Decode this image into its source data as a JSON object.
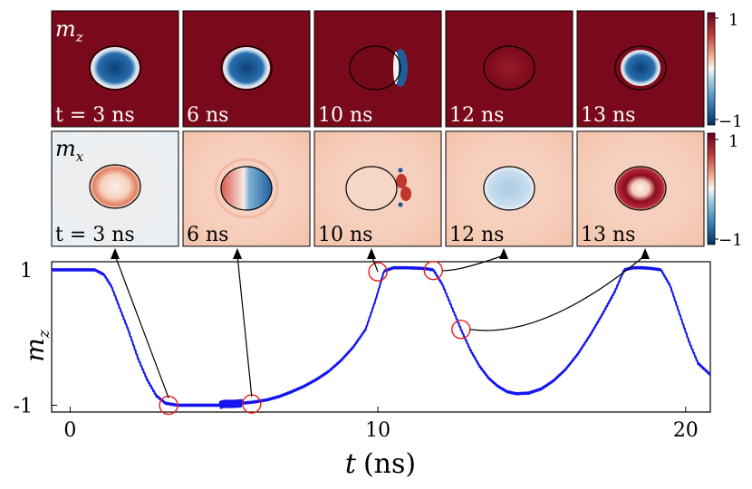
{
  "colors": {
    "mz_background": "#7a0a1b",
    "mx_background_light": "#f2f5f8",
    "mx_background_pink": "#f6cdb9",
    "deep_blue": "#114d8c",
    "mid_blue": "#3d86bd",
    "light_blue": "#b6d3ea",
    "red": "#c23b3b",
    "deep_red": "#8b0b1e",
    "curve": "#1414ee",
    "marker": "#e31b1b",
    "frame": "#000000"
  },
  "rows": [
    {
      "label": "m",
      "label_sub": "z",
      "panels": [
        {
          "time": "t = 3 ns",
          "state": "core-reversed"
        },
        {
          "time": "6 ns",
          "state": "core-reversed"
        },
        {
          "time": "10 ns",
          "state": "domain-wall-exit"
        },
        {
          "time": "12 ns",
          "state": "faint-core"
        },
        {
          "time": "13 ns",
          "state": "core-reversed"
        }
      ],
      "colorbar": {
        "max": "1",
        "min": "−1"
      }
    },
    {
      "label": "m",
      "label_sub": "x",
      "panels": [
        {
          "time": "t = 3 ns",
          "state": "ring"
        },
        {
          "time": "6 ns",
          "state": "split"
        },
        {
          "time": "10 ns",
          "state": "edge"
        },
        {
          "time": "12 ns",
          "state": "blue-disk"
        },
        {
          "time": "13 ns",
          "state": "red-ring"
        }
      ],
      "colorbar": {
        "max": "1",
        "min": "−1"
      }
    }
  ],
  "chart_data": {
    "type": "line",
    "xlabel": "t",
    "xlabel_unit": "(ns)",
    "ylabel": "m",
    "ylabel_sub": "z",
    "xlim": [
      -0.6,
      20.8
    ],
    "ylim": [
      -1.1,
      1.12
    ],
    "x_ticks": [
      {
        "value": 0,
        "label": "0"
      },
      {
        "value": 10,
        "label": "10"
      },
      {
        "value": 20,
        "label": "20"
      }
    ],
    "y_ticks": [
      {
        "value": 1,
        "label": "1"
      },
      {
        "value": -1,
        "label": "-1"
      }
    ],
    "series": [
      {
        "x": [
          -0.6,
          0.8,
          1.1,
          1.35,
          1.6,
          1.9,
          2.2,
          2.5,
          2.8,
          3.1,
          3.5,
          4.0,
          4.5,
          4.85,
          5.0,
          5.3,
          5.6,
          6.0,
          6.4,
          6.8,
          7.2,
          7.6,
          8.0,
          8.4,
          8.8,
          9.2,
          9.6,
          9.9,
          10.2,
          10.5,
          11.0,
          11.5,
          11.8,
          12.1,
          12.4,
          12.7,
          13.0,
          13.3,
          13.6,
          13.9,
          14.2,
          14.5,
          14.9,
          15.3,
          15.7,
          16.1,
          16.5,
          16.9,
          17.3,
          17.7,
          18.0,
          18.3,
          18.6,
          18.9,
          19.2,
          19.5,
          19.8,
          20.1,
          20.4,
          20.8
        ],
        "y": [
          1.0,
          1.0,
          0.93,
          0.75,
          0.45,
          0.1,
          -0.3,
          -0.62,
          -0.86,
          -0.97,
          -1.0,
          -1.0,
          -1.0,
          -1.0,
          -0.98,
          -0.98,
          -0.97,
          -0.95,
          -0.92,
          -0.87,
          -0.8,
          -0.72,
          -0.62,
          -0.5,
          -0.34,
          -0.14,
          0.12,
          0.52,
          0.98,
          1.03,
          1.03,
          1.02,
          1.0,
          0.78,
          0.45,
          0.12,
          -0.18,
          -0.42,
          -0.6,
          -0.72,
          -0.8,
          -0.83,
          -0.82,
          -0.76,
          -0.64,
          -0.47,
          -0.24,
          0.04,
          0.35,
          0.68,
          1.0,
          1.03,
          1.03,
          1.02,
          1.0,
          0.76,
          0.35,
          -0.05,
          -0.38,
          -0.55
        ]
      }
    ],
    "markers": [
      {
        "x": 3.2,
        "y": -1.0
      },
      {
        "x": 5.9,
        "y": -0.98
      },
      {
        "x": 10.0,
        "y": 0.97
      },
      {
        "x": 11.8,
        "y": 0.99
      },
      {
        "x": 12.7,
        "y": 0.12
      }
    ]
  }
}
